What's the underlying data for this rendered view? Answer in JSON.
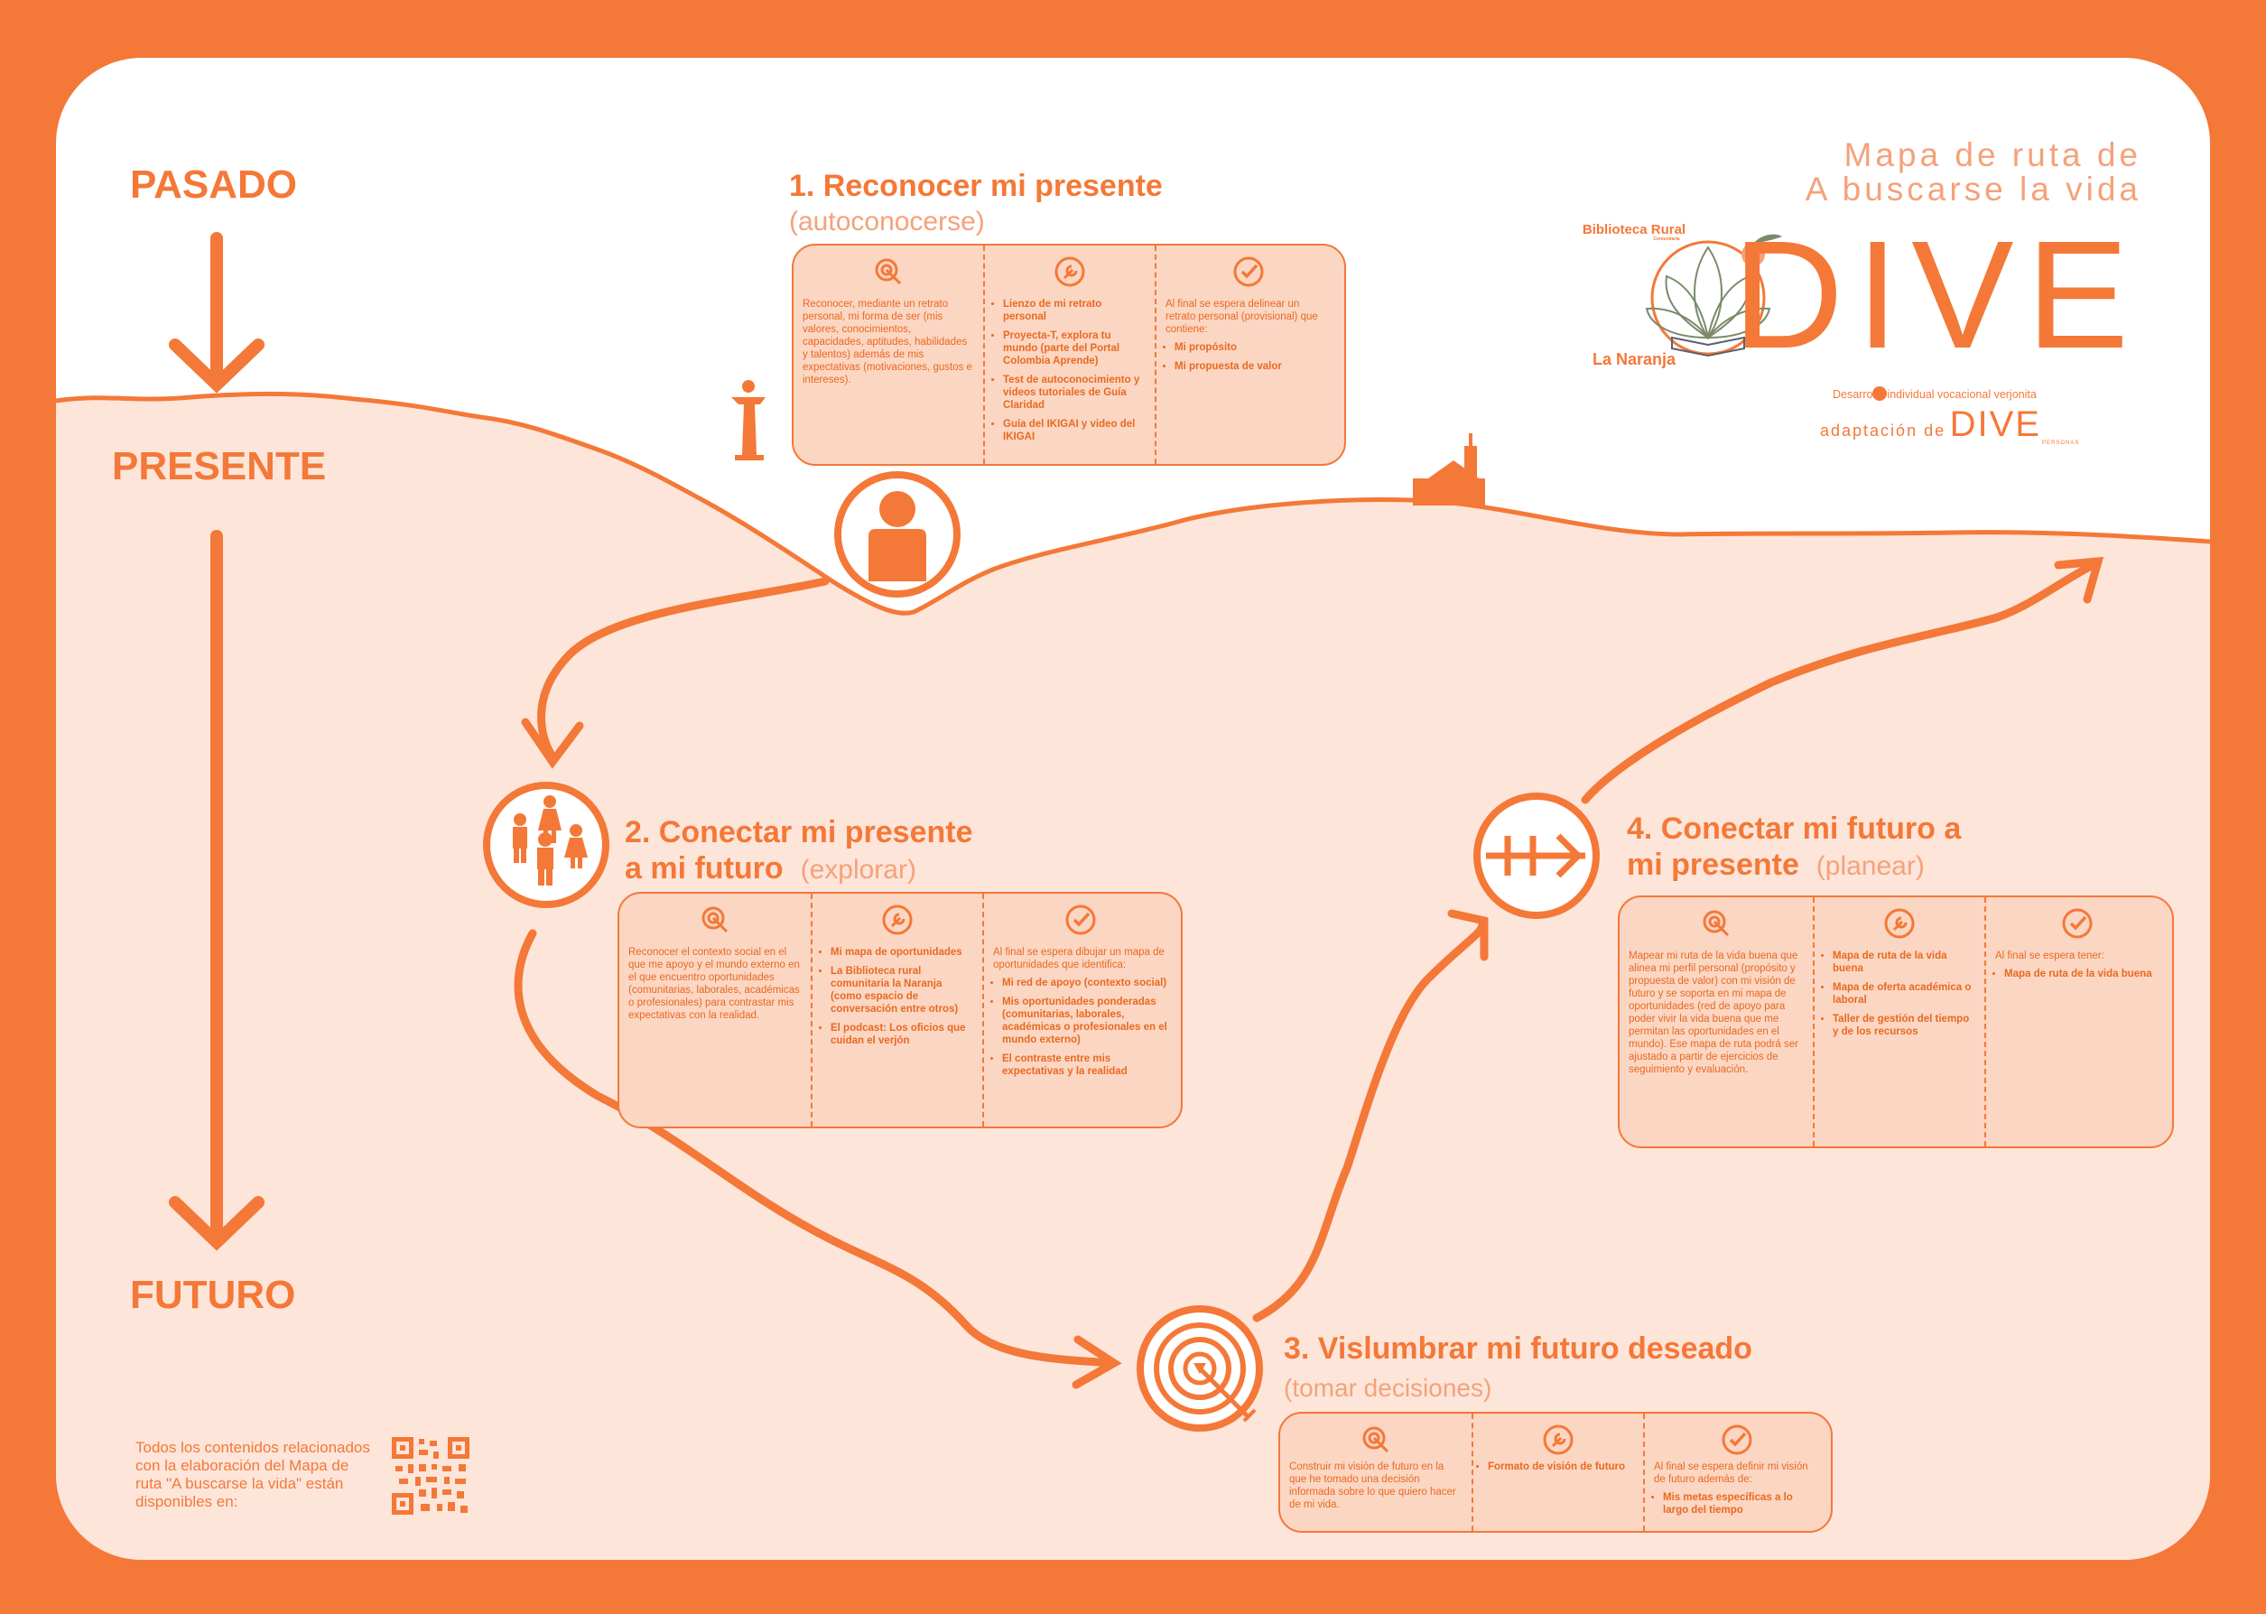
{
  "timeline": {
    "past": "PASADO",
    "present": "PRESENTE",
    "future": "FUTURO"
  },
  "header": {
    "line1": "Mapa de ruta de",
    "line2": "A buscarse la vida",
    "brand": "DIVE",
    "tagline": "Desarrollo individual vocacional verjonita",
    "adaptation_prefix": "adaptación de",
    "adaptation_brand": "DIVE",
    "adaptation_sub": "PERSONAS"
  },
  "library": {
    "line1": "Biblioteca Rural",
    "line1_small": "Comunitaria",
    "line2": "La Naranja"
  },
  "steps": [
    {
      "title": "1. Reconocer mi presente",
      "subtitle": "(autoconocerse)",
      "goal": "Reconocer, mediante un retrato personal, mi forma de ser (mis valores, conocimientos, capacidades, aptitudes, habilidades y talentos) además de mis expectativas (motivaciones, gustos e intereses).",
      "tools": [
        "Lienzo de mi retrato personal",
        "Proyecta-T, explora tu mundo (parte del Portal Colombia Aprende)",
        "Test de autoconocimiento y videos tutoriales de Guía Claridad",
        "Guía del IKIGAI y video del IKIGAI"
      ],
      "expected_intro": "Al final se espera delinear un retrato personal (provisional) que contiene:",
      "expected": [
        "Mi propósito",
        "Mi propuesta de valor"
      ]
    },
    {
      "title_a": "2. Conectar mi presente",
      "title_b": "a mi futuro",
      "subtitle": "(explorar)",
      "goal": "Reconocer el contexto social en el que me apoyo y el mundo externo en el que encuentro oportunidades (comunitarias, laborales, académicas o profesionales) para contrastar mis expectativas con la realidad.",
      "tools": [
        "Mi mapa de oportunidades",
        "La Biblioteca rural comunitaria la Naranja (como espacio de conversación entre otros)",
        "El podcast: Los oficios que cuidan el verjón"
      ],
      "expected_intro": "Al final se espera dibujar un mapa de oportunidades que identifica:",
      "expected": [
        "Mi red de apoyo (contexto social)",
        "Mis oportunidades ponderadas (comunitarias, laborales, académicas o profesionales en el mundo externo)",
        "El contraste entre mis expectativas y la realidad"
      ]
    },
    {
      "title": "3. Vislumbrar mi futuro deseado",
      "subtitle": "(tomar decisiones)",
      "goal": "Construir mi visión de futuro en la que he tomado una decisión informada sobre lo que quiero hacer de mi vida.",
      "tools": [
        "Formato de visión de futuro"
      ],
      "expected_intro": "Al final se espera definir mi visión de futuro además de:",
      "expected": [
        "Mis metas específicas a lo largo del tiempo"
      ]
    },
    {
      "title_a": "4. Conectar mi futuro a",
      "title_b": "mi presente",
      "subtitle": "(planear)",
      "goal": "Mapear mi ruta de la vida buena que alinea mi perfil personal (propósito y propuesta de valor) con mi visión de futuro y se soporta en mi mapa de oportunidades (red de apoyo para poder vivir la vida buena que me permitan las oportunidades en el mundo). Ese mapa de ruta podrá ser ajustado a partir de ejercicios de seguimiento y evaluación.",
      "tools": [
        "Mapa de ruta de la vida buena",
        "Mapa de oferta académica o laboral",
        "Taller de gestión del tiempo y de los recursos"
      ],
      "expected_intro": "Al final se espera tener:",
      "expected": [
        "Mapa de ruta de la vida buena"
      ]
    }
  ],
  "footer": {
    "text": "Todos los contenidos relacionados con la elaboración del Mapa de ruta \"A buscarse la vida\" están disponibles en:"
  },
  "colors": {
    "accent": "#f47837",
    "fill": "#fde5da",
    "box": "#fbd6c3"
  },
  "icons": [
    "target-icon",
    "wrench-icon",
    "check-icon",
    "person-icon",
    "family-icon",
    "bullseye-icon",
    "arrows-icon",
    "qr-code-icon"
  ]
}
